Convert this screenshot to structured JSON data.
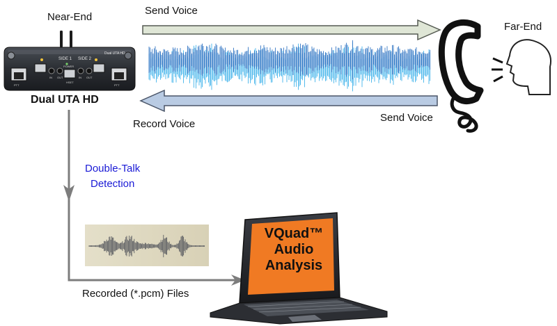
{
  "labels": {
    "near_end": "Near-End",
    "far_end": "Far-End",
    "send_voice_top": "Send Voice",
    "send_voice_bottom": "Send Voice",
    "record_voice": "Record Voice",
    "device_name": "Dual UTA HD",
    "double_talk_line1": "Double-Talk",
    "double_talk_line2": "Detection",
    "recorded_files": "Recorded (*.pcm) Files"
  },
  "device": {
    "side1": "SIDE 1",
    "side2": "SIDE 2",
    "brand": "Dual UTA HD",
    "power": "POWER",
    "ports": [
      "PTT",
      "IN",
      "OUT",
      "HSET",
      "IN",
      "OUT",
      "PTT"
    ]
  },
  "laptop_screen": {
    "line1": "VQuad™",
    "line2": "Audio",
    "line3": "Analysis"
  },
  "colors": {
    "send_arrow": "#dfe6d6",
    "record_arrow": "#b9cbe3",
    "flow_line": "#7d7d7d",
    "waveform_dark": "#2a6fc1",
    "waveform_light": "#42b4ea",
    "screen_orange": "#f07a23",
    "double_talk_text": "#1a1ad6"
  },
  "icons": [
    "phone-handset-icon",
    "speaking-head-icon",
    "laptop-icon",
    "recorded-waveform-icon"
  ]
}
